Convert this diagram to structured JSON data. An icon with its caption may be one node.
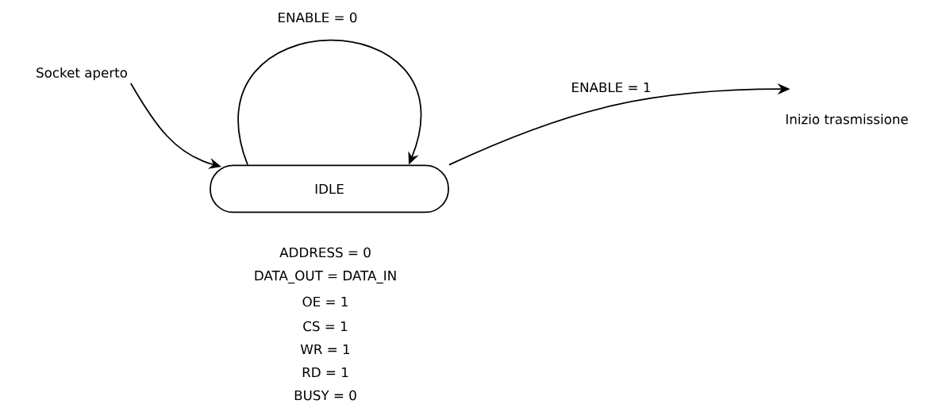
{
  "diagram": {
    "nodes": [
      {
        "text": [
          "Socket aperto"
        ]
      },
      {
        "text": [
          "IDLE"
        ],
        "beside": [
          "ADDRESS = 0",
          "DATA_OUT = DATA_IN",
          "OE = 1",
          "CS = 1",
          "WR = 1",
          "RD = 1",
          "BUSY = 0"
        ]
      },
      {
        "text": [
          "Inizio trasmissione"
        ]
      }
    ],
    "edges": [
      {
        "from": 0,
        "to": 1,
        "arrow": "to"
      },
      {
        "from": 1,
        "to": 1,
        "arrow": "to",
        "label": "ENABLE = 0"
      },
      {
        "from": 1,
        "to": 2,
        "arrow": "to",
        "label": "ENABLE = 1"
      }
    ]
  }
}
